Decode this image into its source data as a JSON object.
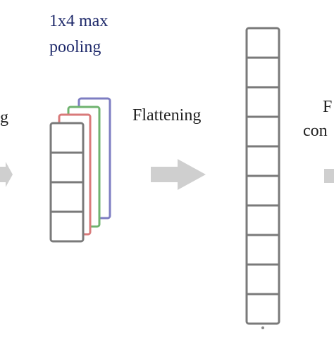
{
  "labels": {
    "pooling_line1": "1x4 max",
    "pooling_line2": "pooling",
    "flattening": "Flattening",
    "left_partial": "g",
    "right_partial_line1": "F",
    "right_partial_line2": "con"
  },
  "colors": {
    "stack_red": "#d97a7a",
    "stack_green": "#6fb36f",
    "stack_blue": "#7d7dc2",
    "box_gray": "#7a7a7a",
    "arrow_gray": "#cfcfcf",
    "pooling_text": "#1f2a6b"
  }
}
